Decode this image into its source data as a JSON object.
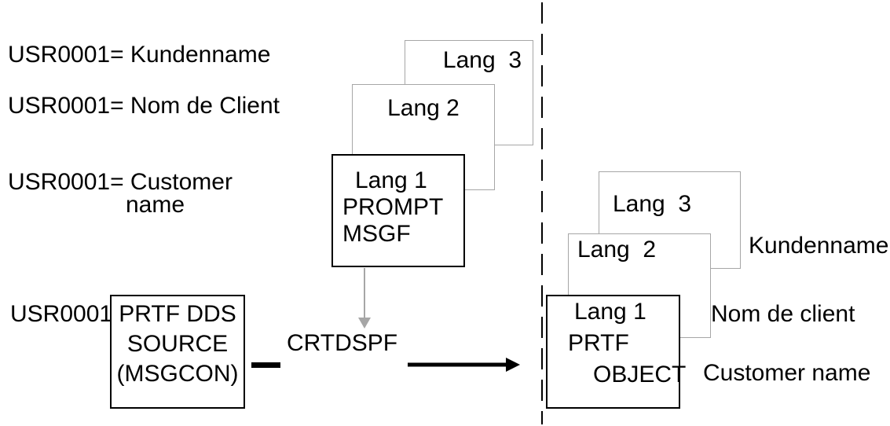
{
  "left_assignments": {
    "lang3": "USR0001= Kundenname",
    "lang2": "USR0001= Nom de Client",
    "lang1_line1": "USR0001= Customer",
    "lang1_line2": "name"
  },
  "source_section": {
    "msgid": "USR0001",
    "dds_box": [
      "PRTF DDS",
      "SOURCE",
      "(MSGCON)"
    ],
    "stack": {
      "lang3": "Lang  3",
      "lang2": "Lang 2",
      "lang1": [
        "Lang 1",
        "PROMPT",
        "MSGF"
      ]
    },
    "command": "CRTDSPF"
  },
  "object_section": {
    "stack": {
      "lang3": "Lang  3",
      "lang2": "Lang  2",
      "lang1": [
        "Lang 1",
        "PRTF",
        "OBJECT"
      ]
    },
    "labels": {
      "lang3": "Kundenname",
      "lang2": "Nom de client",
      "lang1": "Customer name"
    }
  },
  "icons": {
    "divider": "dashed-vertical-divider",
    "down_arrow": "gray-down-arrow",
    "dash": "black-dash-connector",
    "right_arrow": "black-right-arrow"
  },
  "colors": {
    "text": "#000000",
    "box_border_dark": "#000000",
    "box_border_light": "#a6a6a6",
    "arrow_gray": "#a6a6a6",
    "background": "#ffffff"
  }
}
